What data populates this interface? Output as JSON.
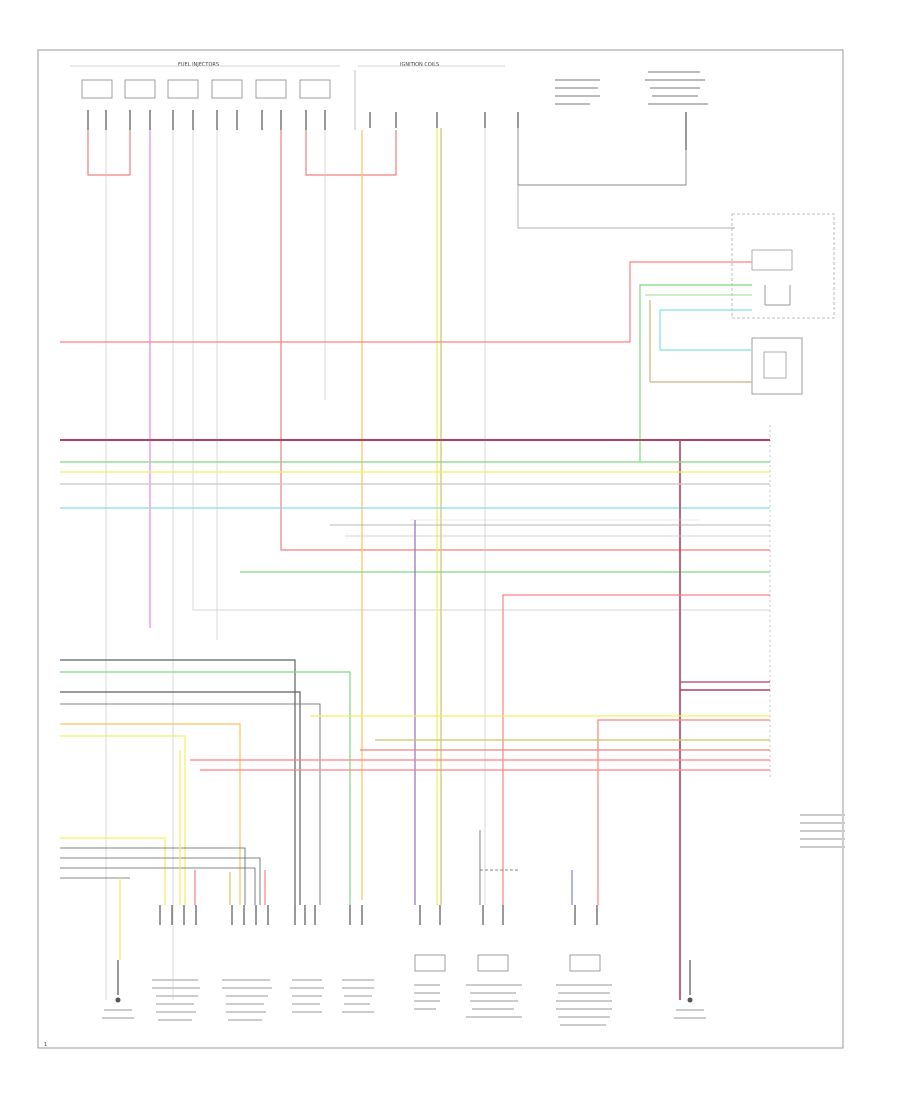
{
  "diagram": {
    "page_number": "1",
    "blocks": {
      "fuel_injectors": "FUEL INJECTORS",
      "ignition_coils": "IGNITION COILS",
      "camshaft_sensor": "",
      "crankshaft_sensor": "",
      "knock_sensor_left": "",
      "knock_sensor_right": "",
      "engine_control_module": "",
      "fuel_pump_relay": "",
      "oxygen_sensors": [
        "",
        "",
        "",
        ""
      ],
      "bottom_components": [
        "",
        "",
        ""
      ],
      "ground_left": "",
      "ground_right": ""
    }
  },
  "colors": {
    "red": "#f08080",
    "pink": "#ff8080",
    "magenta": "#ee82ee",
    "orange": "#ffc060",
    "yellow": "#f0f060",
    "olive": "#c8c864",
    "green": "#80d880",
    "lightgreen": "#a8e8a0",
    "cyan": "#80e0e8",
    "gray": "#a0a0a0",
    "darkgray": "#606060",
    "darkred": "#b04060",
    "tan": "#d0b080",
    "purple": "#9070c0",
    "blue": "#8080e8",
    "frame": "#9a9a9a"
  }
}
